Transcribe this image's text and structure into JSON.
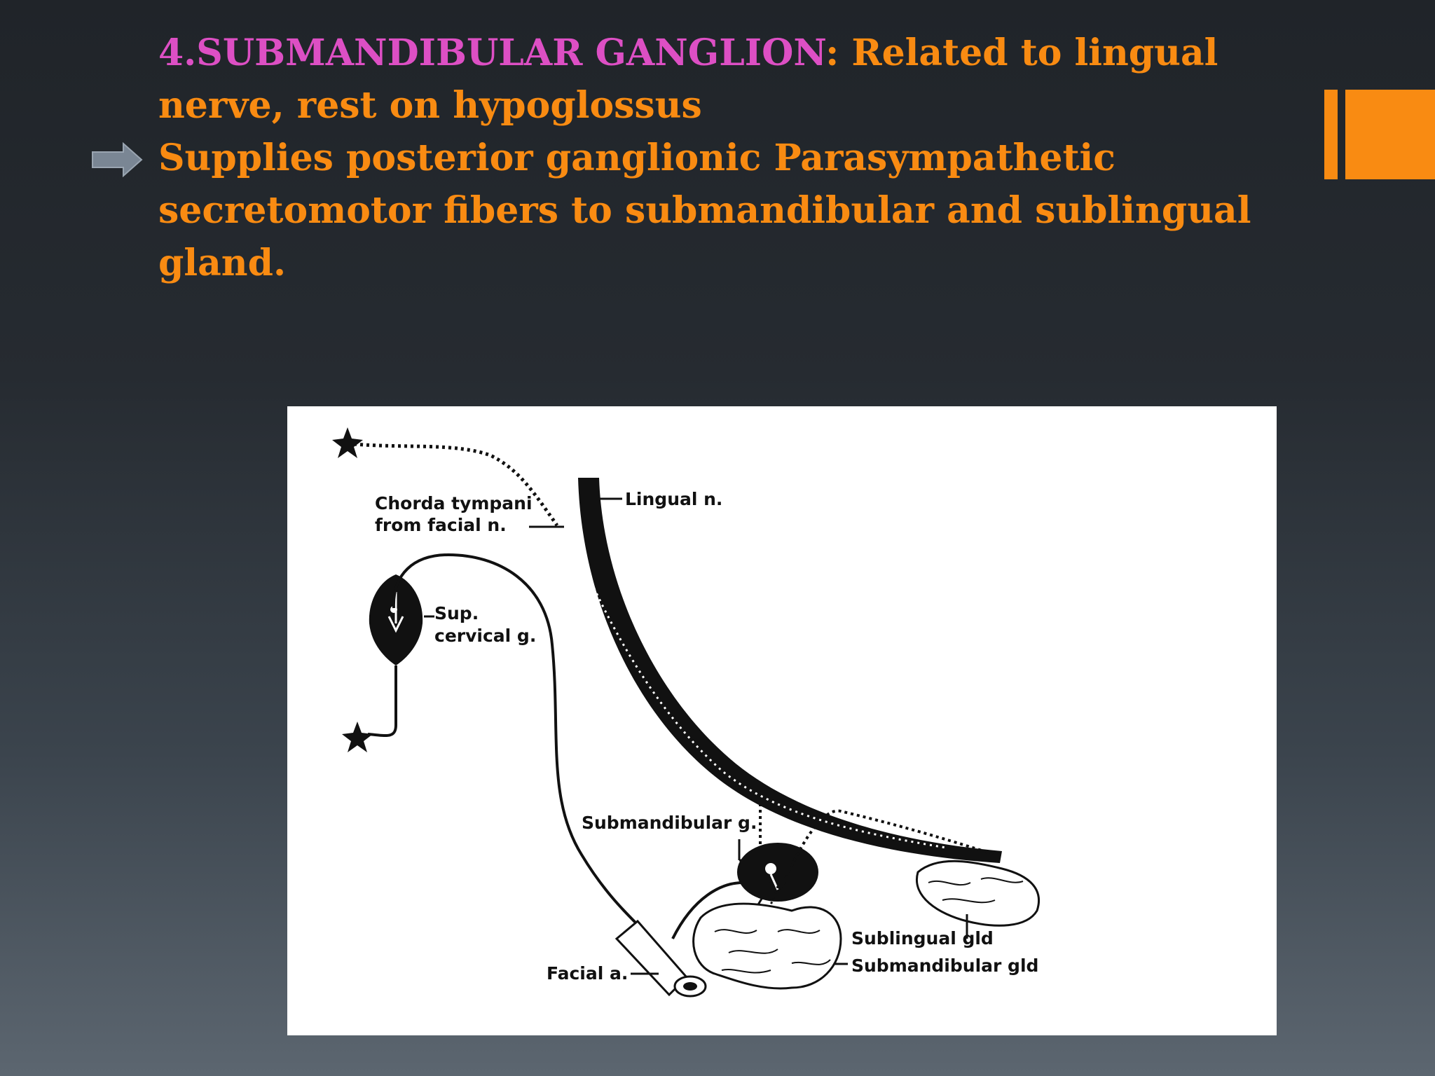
{
  "slide": {
    "heading": "4.SUBMANDIBULAR GANGLION",
    "heading_suffix": ": Related to lingual nerve, rest on hypoglossus",
    "bullet_text": "Supplies posterior ganglionic Parasympathetic secretomotor  fibers to submandibular and sublingual gland."
  },
  "diagram": {
    "labels": {
      "chorda_1": "Chorda tympani",
      "chorda_2": "from facial n.",
      "lingual": "Lingual n.",
      "sup_1": "Sup.",
      "sup_2": "cervical g.",
      "submandibular_g": "Submandibular g.",
      "sublingual_gld": "Sublingual gld",
      "submandibular_gld": "Submandibular gld",
      "facial_a": "Facial a."
    }
  },
  "colors": {
    "heading": "#dd4fc4",
    "body_text": "#f98b12",
    "accent": "#f98b12"
  },
  "icons": [
    "right-arrow-icon",
    "star-icon"
  ]
}
